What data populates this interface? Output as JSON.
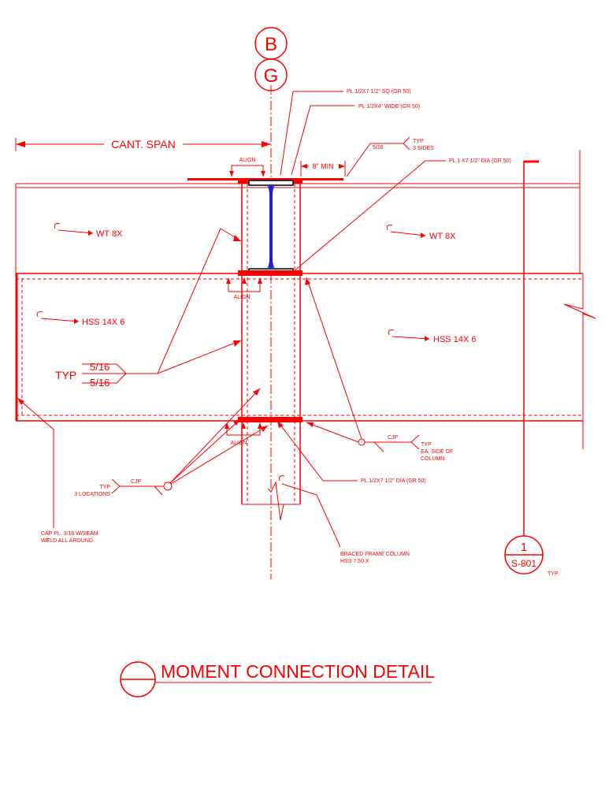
{
  "grid_bubbles": {
    "top": "B",
    "bottom": "G"
  },
  "dims": {
    "cant_span": "CANT. SPAN",
    "min_8": "8\" MIN"
  },
  "labels": {
    "pl_sq": "PL 1/2X7 1/2\" SQ (GR 50)",
    "pl_wide": "PL 1/2X4\" WIDE (GR 50)",
    "weld_516": "5/16",
    "typ_3sides_1": "TYP.",
    "typ_3sides_2": "3 SIDES",
    "pl_dia_top": "PL 1 X7 1/2\" DIA (GR 50)",
    "align_top": "ALIGN",
    "align_mid": "ALIGN",
    "align_bot": "ALIGN",
    "wt_left": "WT 8X",
    "wt_right": "WT 8X",
    "hss_left": "HSS 14X 6",
    "hss_right": "HSS 14X 6",
    "typ_weld": "TYP",
    "weld_frac_top": "5/16",
    "weld_frac_bot": "5/16",
    "cjp_right": "CJP",
    "typ_ea_1": "TYP",
    "typ_ea_2": "EA. SIDE OF",
    "typ_ea_3": "COLUMN",
    "pl_dia_bot": "PL 1/2X7 1/2\" DIA (GR 50)",
    "typ_3loc_1": "TYP",
    "typ_3loc_2": "3 LOCATIONS",
    "cjp_left": "CJP",
    "cap_pl_1": "CAP PL. 3/16 W/SEAM",
    "cap_pl_2": "WELD ALL AROUND.",
    "braced_1": "BRACED FRAME COLUMN",
    "braced_2": "HSS 7.50 X",
    "section_num": "1",
    "section_sheet": "S-801",
    "section_typ": "TYP."
  },
  "title": "MOMENT CONNECTION DETAIL"
}
